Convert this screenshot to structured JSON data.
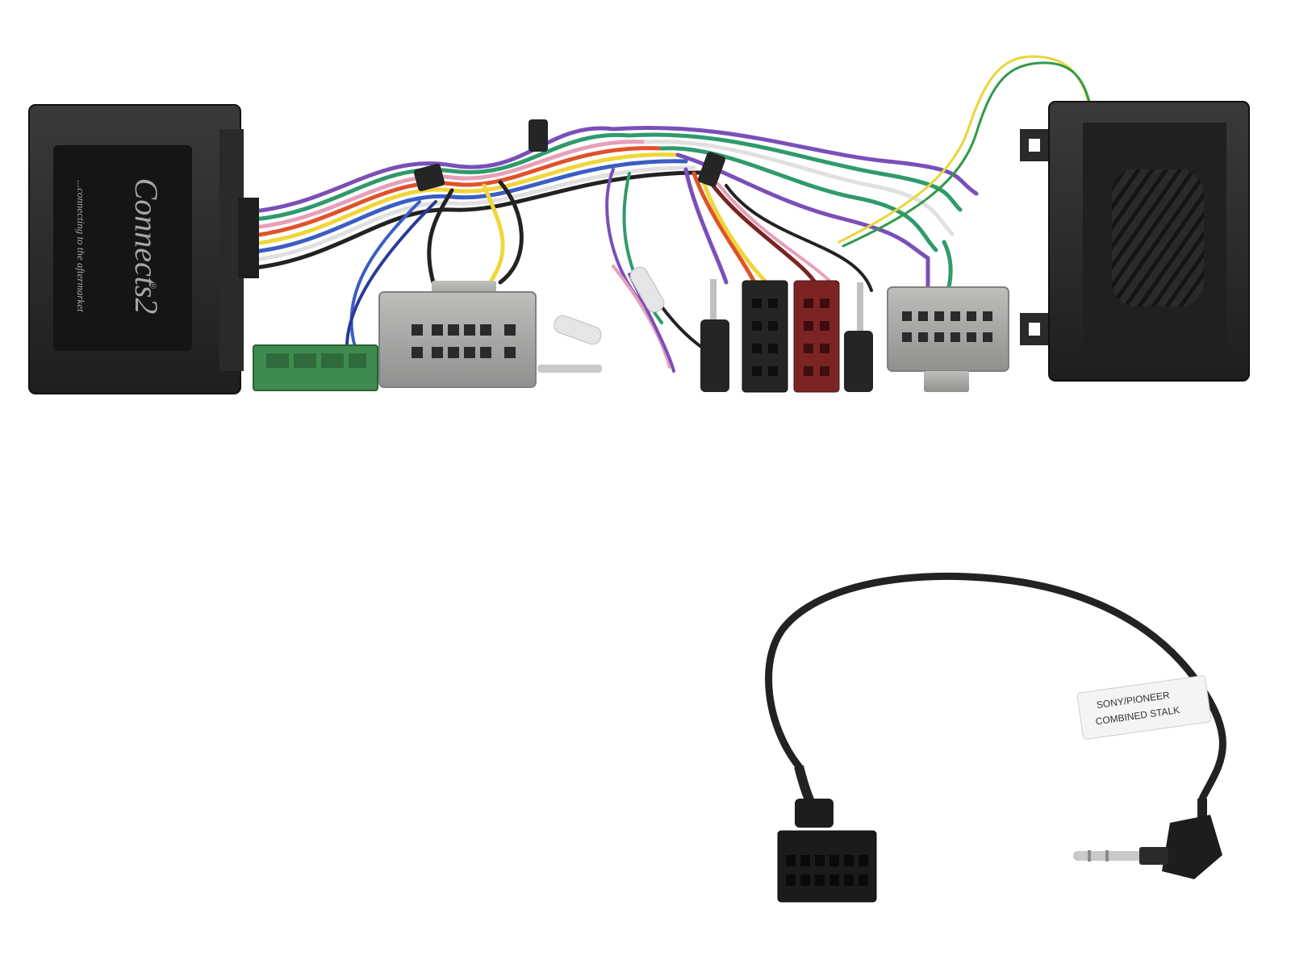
{
  "interface_box": {
    "brand_logo": "Connects2",
    "tagline": "...connecting to the aftermarket",
    "registered_mark": "®"
  },
  "patch_lead": {
    "label_line_1": "SONY/PIONEER",
    "label_line_2": "COMBINED STALK"
  },
  "colors": {
    "box": "#2b2b2b",
    "box_dark": "#1c1c1c",
    "grey_connector": "#a8aaa7",
    "green_connector": "#3f8a4e",
    "black_iso": "#252525",
    "red_iso": "#7c2424",
    "cable": "#222222"
  },
  "icons": [
    "interface-box",
    "steering-receiver-box",
    "wiring-harness",
    "iso-connector",
    "jack-plug",
    "multi-pin-plug"
  ]
}
